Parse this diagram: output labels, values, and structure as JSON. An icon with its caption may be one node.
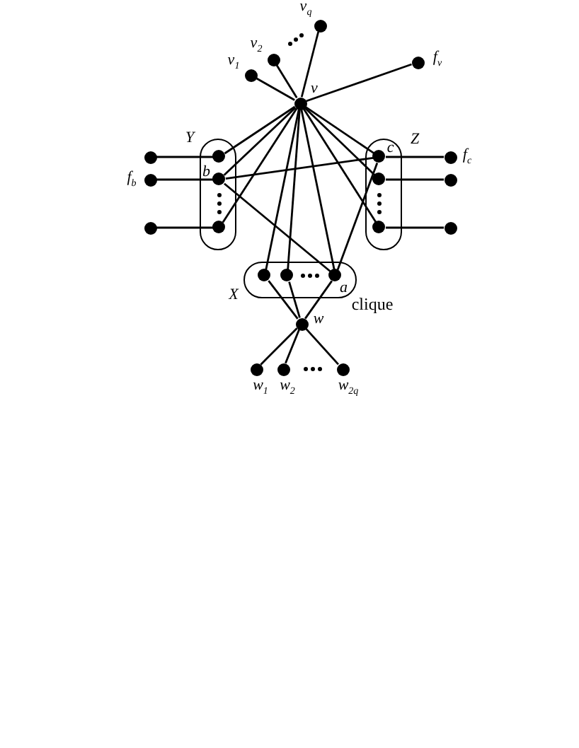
{
  "diagram": {
    "nodes": [
      {
        "text": [],
        "shape": "circle",
        "beside": [
          "v$_{q}$"
        ]
      },
      {
        "text": [],
        "shape": "circle",
        "beside": [
          "v$_{2}$"
        ]
      },
      {
        "text": [],
        "shape": "circle",
        "beside": [
          "v$_{1}$"
        ]
      },
      {
        "text": [],
        "shape": "circle",
        "beside": [
          "f$_{v}$"
        ]
      },
      {
        "text": [],
        "shape": "circle",
        "beside": [
          "v"
        ]
      },
      {
        "text": [
          "Y"
        ]
      },
      {
        "text": [],
        "shape": "circle",
        "in": 5
      },
      {
        "text": [],
        "shape": "circle",
        "in": 5,
        "beside": [
          "b"
        ]
      },
      {
        "text": [],
        "shape": "circle",
        "in": 5
      },
      {
        "text": [
          "Z"
        ]
      },
      {
        "text": [],
        "shape": "circle",
        "in": 9,
        "beside": [
          "c"
        ]
      },
      {
        "text": [],
        "shape": "circle",
        "in": 9
      },
      {
        "text": [],
        "shape": "circle",
        "in": 9
      },
      {
        "text": [],
        "shape": "circle"
      },
      {
        "text": [],
        "shape": "circle",
        "beside": [
          "f$_{b}$"
        ]
      },
      {
        "text": [],
        "shape": "circle"
      },
      {
        "text": [],
        "shape": "circle",
        "beside": [
          "f$_{c}$"
        ]
      },
      {
        "text": [],
        "shape": "circle"
      },
      {
        "text": [],
        "shape": "circle"
      },
      {
        "text": [
          "X"
        ],
        "beside": [
          "clique"
        ]
      },
      {
        "text": [],
        "shape": "circle",
        "in": 19
      },
      {
        "text": [],
        "shape": "circle",
        "in": 19
      },
      {
        "text": [],
        "shape": "circle",
        "in": 19,
        "beside": [
          "a"
        ]
      },
      {
        "text": [],
        "shape": "circle",
        "beside": [
          "w"
        ]
      },
      {
        "text": [],
        "shape": "circle",
        "beside": [
          "w$_{1}$"
        ]
      },
      {
        "text": [],
        "shape": "circle",
        "beside": [
          "w$_{2}$"
        ]
      },
      {
        "text": [],
        "shape": "circle",
        "beside": [
          "w$_{2q}$"
        ]
      }
    ],
    "edges": [
      {
        "from": 4,
        "to": 0,
        "arrow": "none"
      },
      {
        "from": 4,
        "to": 1,
        "arrow": "none"
      },
      {
        "from": 4,
        "to": 2,
        "arrow": "none"
      },
      {
        "from": 4,
        "to": 3,
        "arrow": "none"
      },
      {
        "from": 4,
        "to": 6,
        "arrow": "none"
      },
      {
        "from": 4,
        "to": 7,
        "arrow": "none"
      },
      {
        "from": 4,
        "to": 8,
        "arrow": "none"
      },
      {
        "from": 4,
        "to": 20,
        "arrow": "none"
      },
      {
        "from": 4,
        "to": 21,
        "arrow": "none"
      },
      {
        "from": 4,
        "to": 22,
        "arrow": "none"
      },
      {
        "from": 4,
        "to": 10,
        "arrow": "none"
      },
      {
        "from": 4,
        "to": 11,
        "arrow": "none"
      },
      {
        "from": 4,
        "to": 12,
        "arrow": "none"
      },
      {
        "from": 13,
        "to": 6,
        "arrow": "none"
      },
      {
        "from": 14,
        "to": 7,
        "arrow": "none"
      },
      {
        "from": 15,
        "to": 8,
        "arrow": "none"
      },
      {
        "from": 10,
        "to": 16,
        "arrow": "none"
      },
      {
        "from": 11,
        "to": 17,
        "arrow": "none"
      },
      {
        "from": 12,
        "to": 18,
        "arrow": "none"
      },
      {
        "from": 7,
        "to": 10,
        "arrow": "none"
      },
      {
        "from": 7,
        "to": 22,
        "arrow": "none"
      },
      {
        "from": 10,
        "to": 22,
        "arrow": "none"
      },
      {
        "from": 20,
        "to": 23,
        "arrow": "none"
      },
      {
        "from": 21,
        "to": 23,
        "arrow": "none"
      },
      {
        "from": 22,
        "to": 23,
        "arrow": "none"
      },
      {
        "from": 23,
        "to": 24,
        "arrow": "none"
      },
      {
        "from": 23,
        "to": 25,
        "arrow": "none"
      },
      {
        "from": 23,
        "to": 26,
        "arrow": "none"
      }
    ]
  }
}
